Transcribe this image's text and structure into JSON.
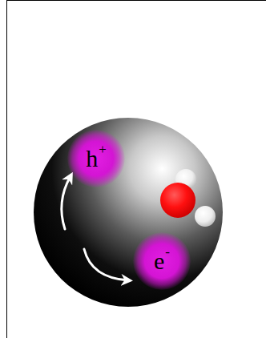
{
  "diagram": {
    "nodes": [
      {
        "text": [
          "h",
          "+"
        ]
      },
      {
        "text": [
          "e",
          "-"
        ]
      }
    ]
  }
}
